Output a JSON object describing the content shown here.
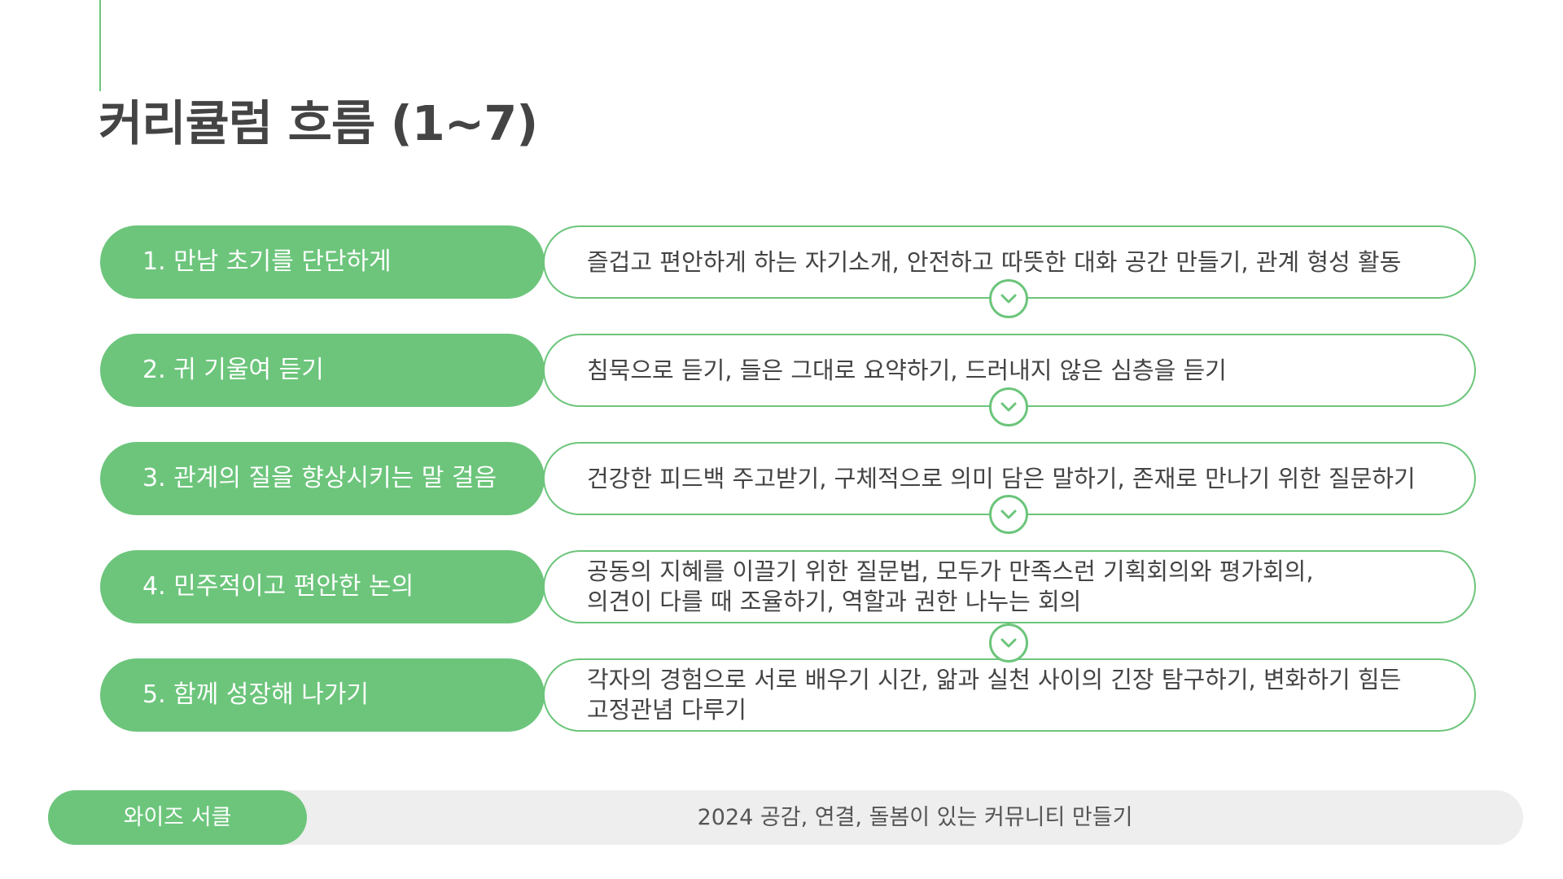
{
  "page": {
    "title": "커리큘럼 흐름 (1~7)"
  },
  "theme": {
    "accent": "#6cc57b",
    "text": "#444444",
    "footer_bg": "#eeeeee"
  },
  "rows": [
    {
      "label": "1. 만남 초기를 단단하게",
      "description": "즐겁고 편안하게 하는 자기소개, 안전하고 따뜻한 대화 공간 만들기, 관계 형성 활동",
      "connector_icon": "chevron-down-icon"
    },
    {
      "label": "2. 귀 기울여 듣기",
      "description": "침묵으로 듣기, 들은 그대로 요약하기, 드러내지 않은 심층을 듣기",
      "connector_icon": "chevron-down-icon"
    },
    {
      "label": "3. 관계의 질을 향상시키는 말 걸음",
      "description": "건강한 피드백 주고받기, 구체적으로 의미 담은 말하기, 존재로 만나기 위한 질문하기",
      "connector_icon": "chevron-down-icon"
    },
    {
      "label": "4. 민주적이고 편안한 논의",
      "description": "공동의 지혜를 이끌기 위한 질문법, 모두가 만족스런 기획회의와 평가회의,\n의견이 다를 때 조율하기, 역할과 권한 나누는 회의",
      "connector_icon": "chevron-down-icon"
    },
    {
      "label": "5. 함께 성장해 나가기",
      "description": "각자의 경험으로 서로 배우기 시간, 앎과 실천 사이의 긴장 탐구하기, 변화하기 힘든\n고정관념 다루기"
    }
  ],
  "footer": {
    "badge": "와이즈 서클",
    "text": "2024 공감, 연결, 돌봄이 있는 커뮤니티 만들기"
  }
}
